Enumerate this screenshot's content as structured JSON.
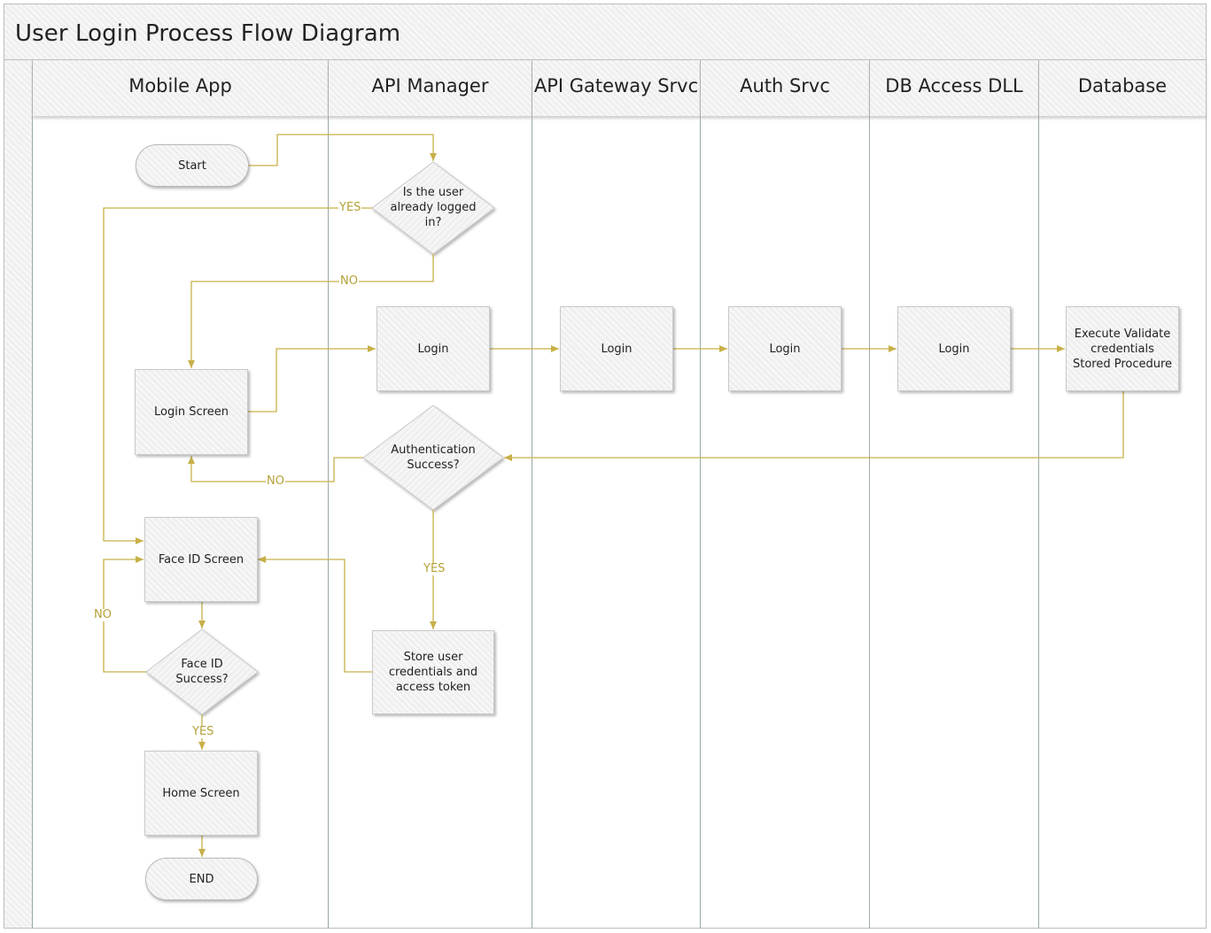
{
  "title": "User Login Process Flow Diagram",
  "lanes": [
    {
      "label": "Mobile App"
    },
    {
      "label": "API Manager"
    },
    {
      "label": "API Gateway Srvc"
    },
    {
      "label": "Auth Srvc"
    },
    {
      "label": "DB Access DLL"
    },
    {
      "label": "Database"
    }
  ],
  "nodes": {
    "start": "Start",
    "already_logged_in": "Is the user already logged in?",
    "login_screen": "Login Screen",
    "login_api_manager": "Login",
    "login_gateway": "Login",
    "login_auth": "Login",
    "login_db_access": "Login",
    "execute_validate": "Execute Validate credentials Stored Procedure",
    "auth_success": "Authentication Success?",
    "face_id_screen": "Face ID Screen",
    "face_id_success": "Face ID Success?",
    "store_credentials": "Store user credentials and access token",
    "home_screen": "Home Screen",
    "end": "END"
  },
  "edge_labels": {
    "logged_in_yes": "YES",
    "logged_in_no": "NO",
    "auth_no": "NO",
    "auth_yes": "YES",
    "face_no": "NO",
    "face_yes": "YES"
  },
  "colors": {
    "connector": "#c7b048",
    "edge_label": "#b5a238",
    "shape_fill": "#efefef",
    "lane_divider": "#9aa7aa"
  }
}
